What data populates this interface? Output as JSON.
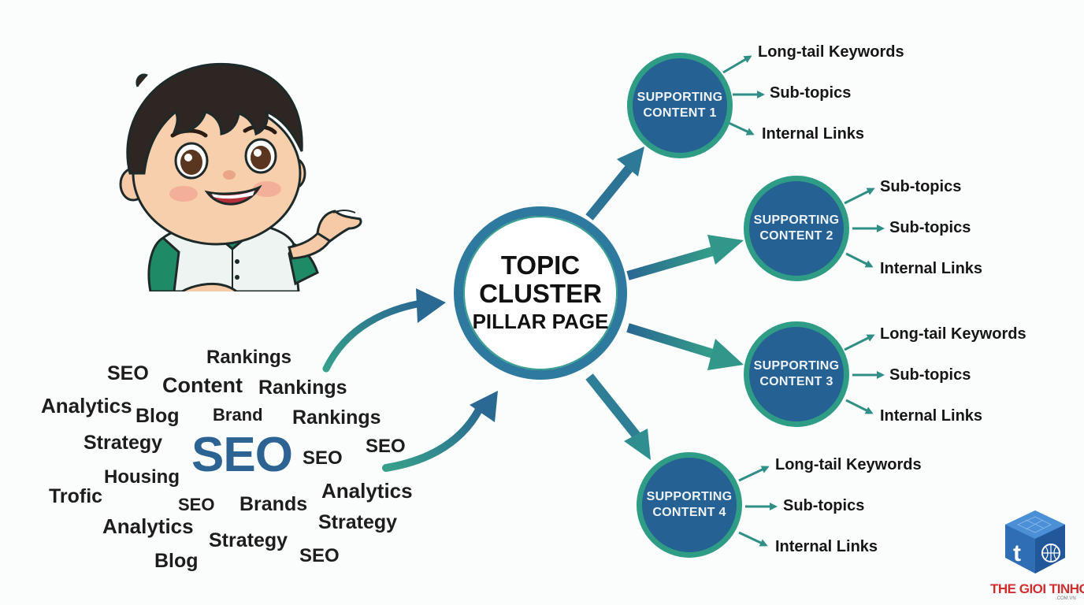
{
  "hub": {
    "line1": "TOPIC",
    "line2": "CLUSTER",
    "line3": "PILLAR PAGE"
  },
  "nodes": [
    {
      "line1": "SUPPORTING",
      "line2": "CONTENT 1",
      "leaves": [
        "Long-tail Keywords",
        "Sub-topics",
        "Internal Links"
      ]
    },
    {
      "line1": "SUPPORTING",
      "line2": "CONTENT 2",
      "leaves": [
        "Sub-topics",
        "Sub-topics",
        "Internal Links"
      ]
    },
    {
      "line1": "SUPPORTING",
      "line2": "CONTENT 3",
      "leaves": [
        "Long-tail Keywords",
        "Sub-topics",
        "Internal Links"
      ]
    },
    {
      "line1": "SUPPORTING",
      "line2": "CONTENT 4",
      "leaves": [
        "Long-tail Keywords",
        "Sub-topics",
        "Internal Links"
      ]
    }
  ],
  "word_cloud": {
    "main": "SEO",
    "words": [
      "Rankings",
      "SEO",
      "Content",
      "Rankings",
      "Analytics",
      "Blog",
      "Brand",
      "Rankings",
      "Strategy",
      "SEO",
      "SEO",
      "Housing",
      "Trofic",
      "SEO",
      "Brands",
      "Analytics",
      "Analytics",
      "Strategy",
      "Strategy",
      "Blog",
      "SEO"
    ]
  },
  "logo": {
    "text_part1": "THE GIOI",
    "text_part2": "TINHOC",
    "domain": ".COM.VN"
  },
  "colors": {
    "node_fill": "#256192",
    "node_ring": "#2f9d86",
    "hub_ring": "#2d7a9e",
    "arrow_dark": "#2b6a92",
    "arrow_teal": "#35a08a",
    "seo_blue": "#2c6393"
  }
}
